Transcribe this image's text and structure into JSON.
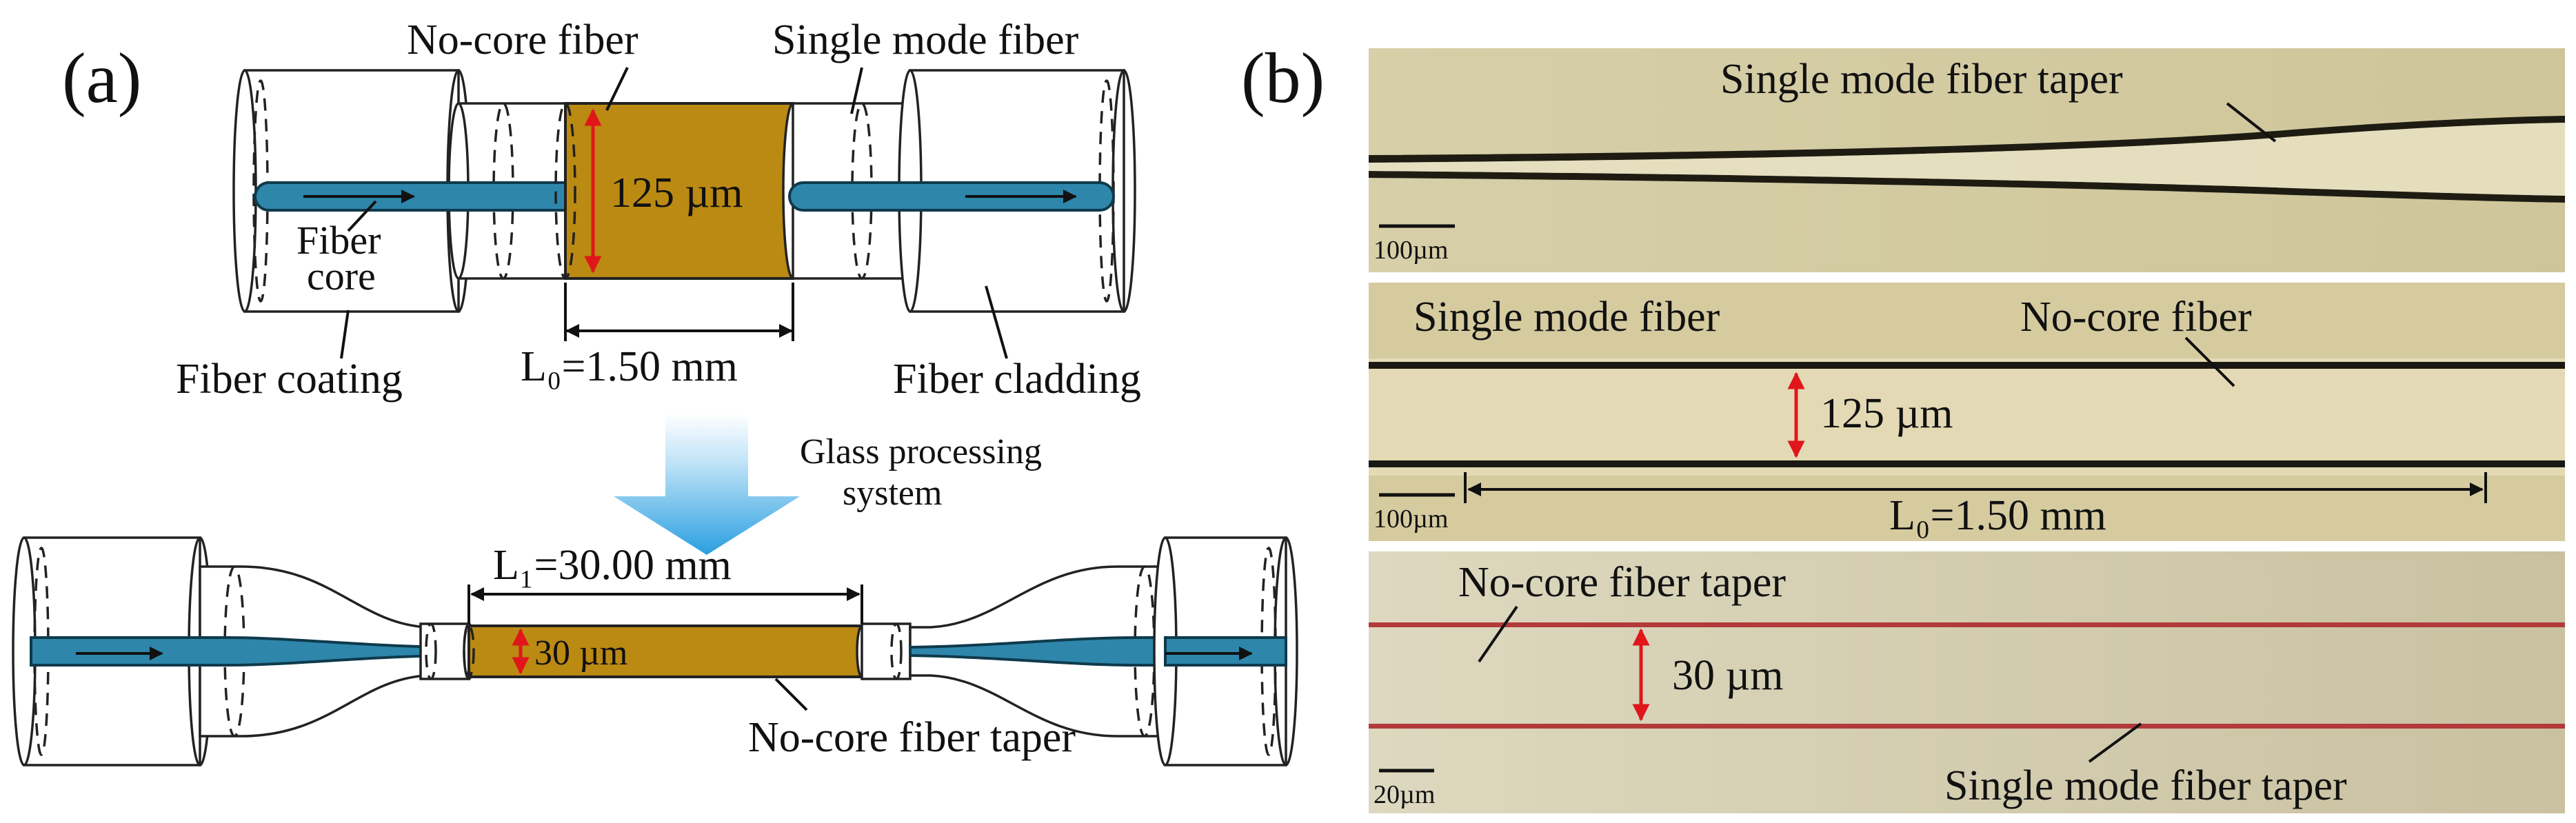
{
  "panel_a": {
    "label": "(a)",
    "no_core_fiber": "No-core fiber",
    "single_mode_fiber": "Single mode fiber",
    "diameter": "125 µm",
    "fiber_core_line1": "Fiber",
    "fiber_core_line2": "core",
    "fiber_coating": "Fiber coating",
    "fiber_cladding": "Fiber cladding",
    "length_l0": "L₀=1.50 mm",
    "process_line1": "Glass processing",
    "process_line2": "system",
    "length_l1": "L₁=30.00 mm",
    "taper_diameter": "30 µm",
    "no_core_taper": "No-core fiber taper",
    "colors": {
      "core": "#2e86ab",
      "no_core": "#bb8a12",
      "arrow": "#56b4e6",
      "dimension": "#e0161b"
    }
  },
  "panel_b": {
    "label": "(b)",
    "photo1": {
      "caption": "Single mode fiber taper",
      "scale_bar": "100µm"
    },
    "photo2": {
      "single_mode_fiber": "Single mode fiber",
      "no_core_fiber": "No-core fiber",
      "diameter": "125 µm",
      "length": "L₀=1.50 mm",
      "scale_bar": "100µm"
    },
    "photo3": {
      "no_core_taper": "No-core fiber taper",
      "diameter": "30 µm",
      "single_mode_taper": "Single mode fiber taper",
      "scale_bar": "20µm"
    }
  }
}
